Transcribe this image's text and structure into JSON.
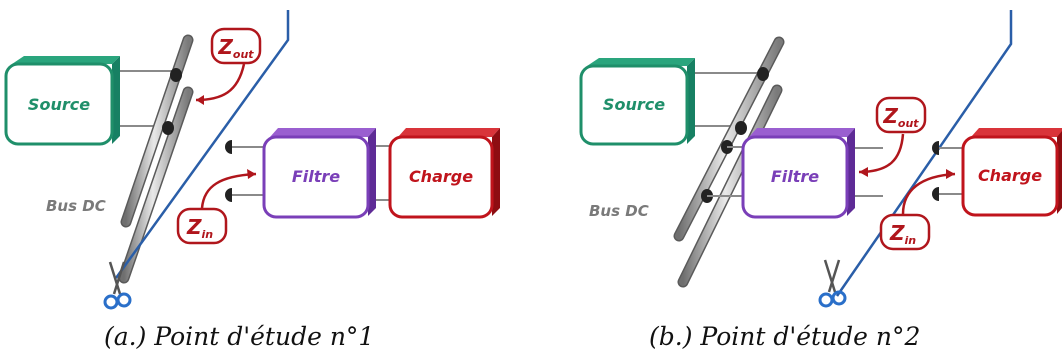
{
  "panel_a": {
    "source_label": "Source",
    "filtre_label": "Filtre",
    "charge_label": "Charge",
    "bus_label": "Bus DC",
    "zout": {
      "main": "Z",
      "sub": "out"
    },
    "zin": {
      "main": "Z",
      "sub": "in"
    },
    "caption": "(a.) Point d'étude n°1"
  },
  "panel_b": {
    "source_label": "Source",
    "filtre_label": "Filtre",
    "charge_label": "Charge",
    "bus_label": "Bus DC",
    "zout": {
      "main": "Z",
      "sub": "out"
    },
    "zin": {
      "main": "Z",
      "sub": "in"
    },
    "caption": "(b.) Point d'étude n°2"
  },
  "colors": {
    "source": "#1f8f6a",
    "filtre": "#7a3fb8",
    "charge": "#c0141c",
    "cut_line": "#2a5ea8",
    "impedance": "#b0161c",
    "bus": "#9a9a9a"
  }
}
